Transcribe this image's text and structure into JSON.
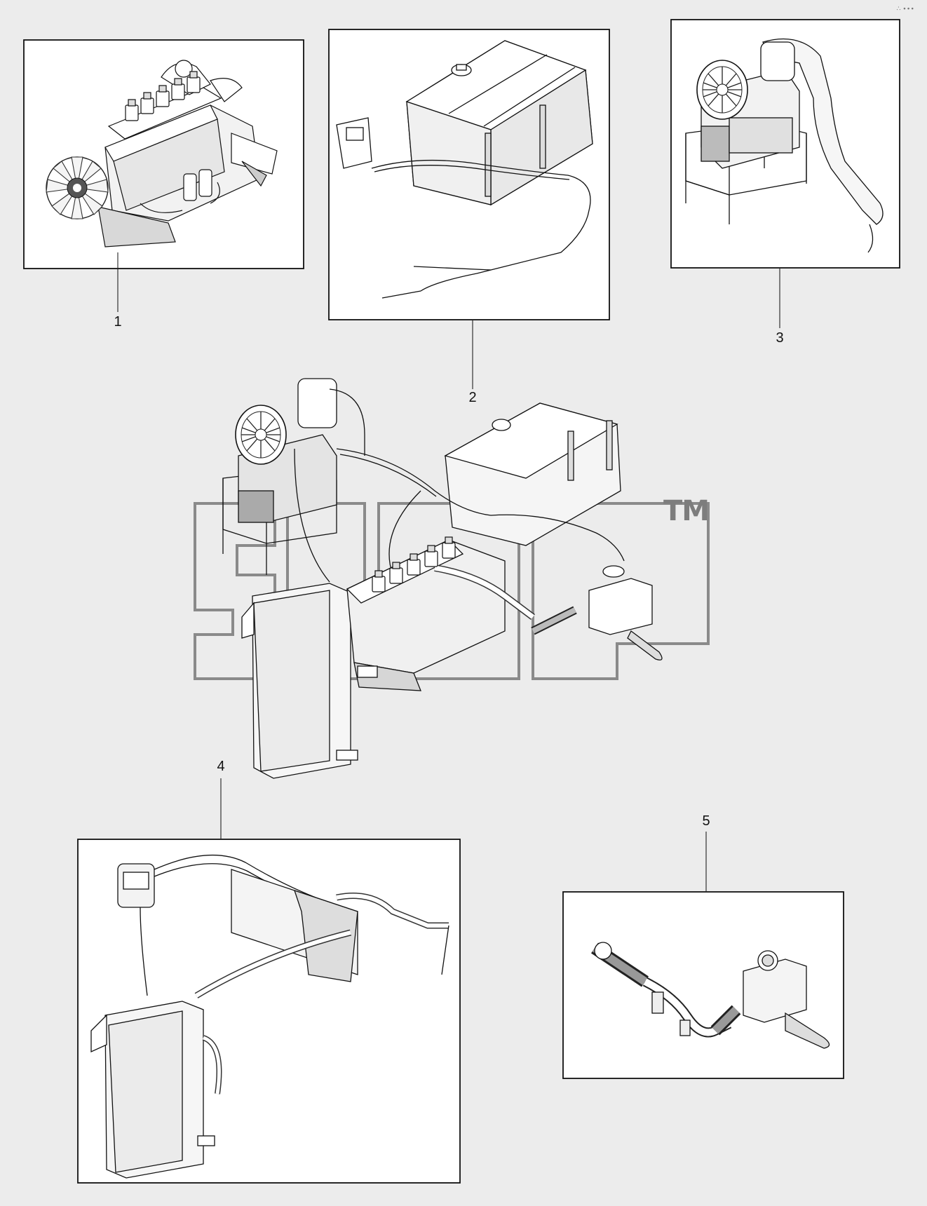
{
  "corner_mark": "∴ ∙∙∙",
  "callouts": {
    "c1": "1",
    "c2": "2",
    "c3": "3",
    "c4": "4",
    "c5": "5"
  },
  "watermark": {
    "logo_text": "ШААЗ",
    "tm": "TM",
    "color": "#8a8a8a"
  },
  "colors": {
    "background": "#ececec",
    "frame_fill": "#ffffff",
    "line": "#1a1a1a"
  }
}
